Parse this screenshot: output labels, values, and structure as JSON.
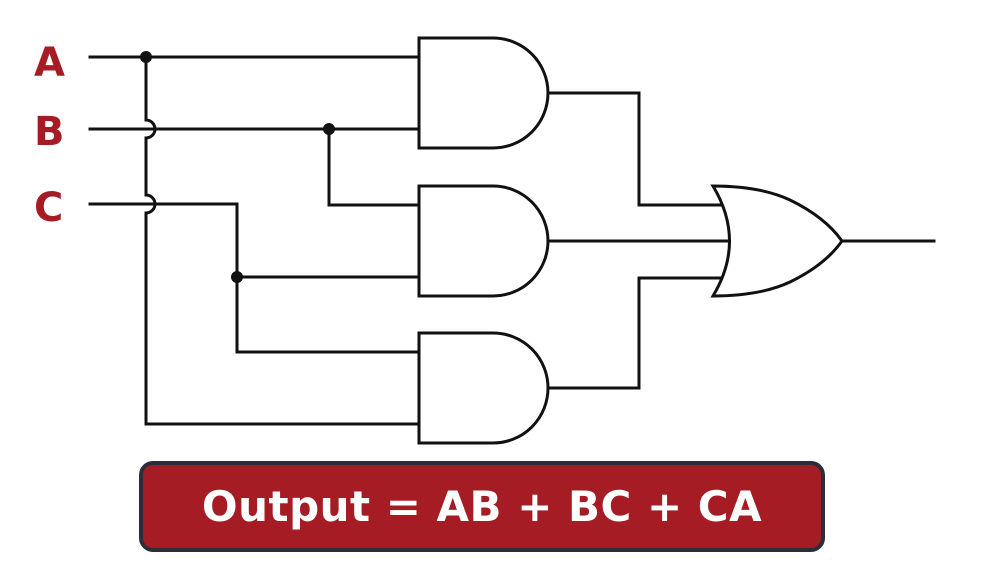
{
  "inputs": {
    "a": "A",
    "b": "B",
    "c": "C"
  },
  "output_expression": "Output = AB + BC + CA",
  "colors": {
    "label": "#a51c24",
    "box_fill": "#a51c24",
    "box_border": "#2b2d3a",
    "box_text": "#ffffff",
    "wire": "#111111"
  },
  "gates": [
    {
      "type": "AND",
      "name": "and-gate-ab"
    },
    {
      "type": "AND",
      "name": "and-gate-bc"
    },
    {
      "type": "AND",
      "name": "and-gate-ca"
    },
    {
      "type": "OR",
      "name": "or-gate-output"
    }
  ]
}
